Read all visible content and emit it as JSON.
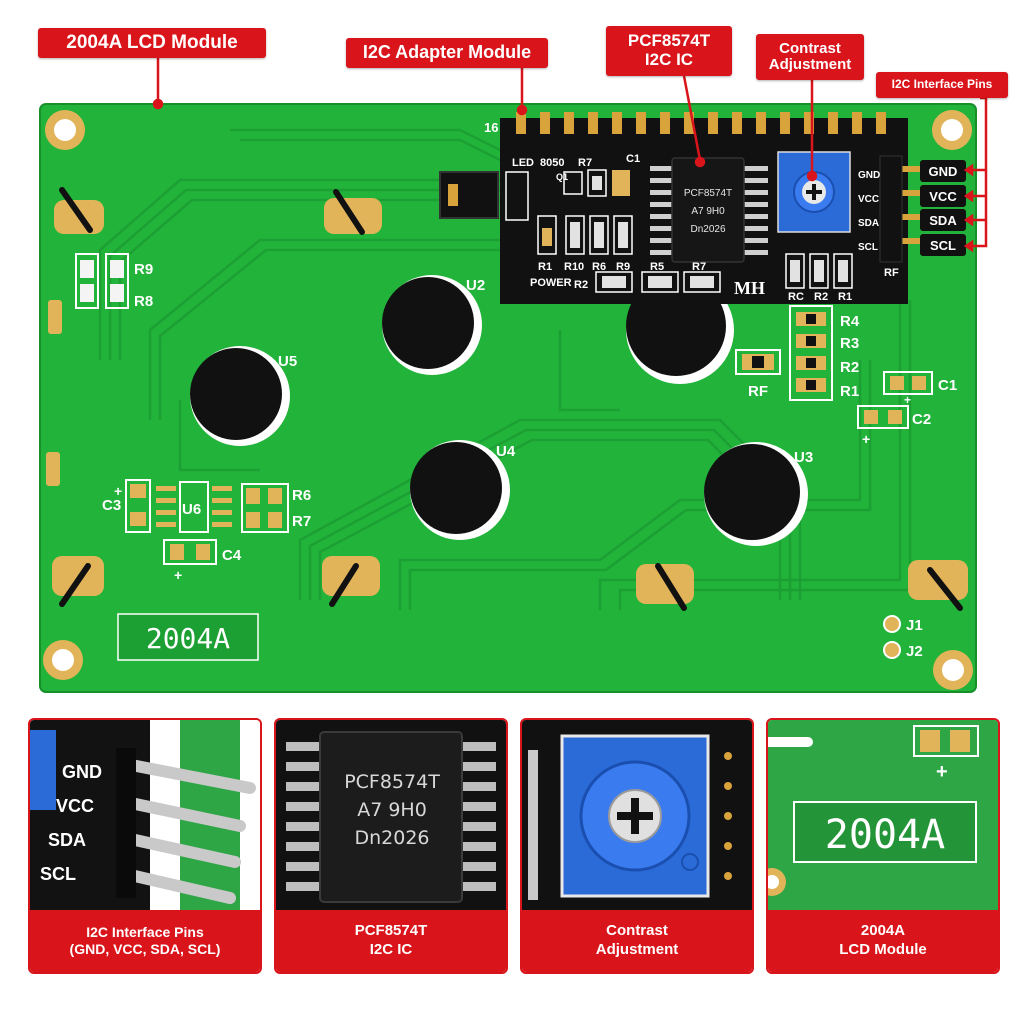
{
  "callouts": {
    "lcd_module": "2004A LCD Module",
    "i2c_adapter": "I2C Adapter Module",
    "ic_line1": "PCF8574T",
    "ic_line2": "I2C IC",
    "contrast_line1": "Contrast",
    "contrast_line2": "Adjustment",
    "i2c_pins": "I2C Interface Pins"
  },
  "board": {
    "model": "2004A",
    "pin_16": "16",
    "lcd_labels": {
      "r9": "R9",
      "r8": "R8",
      "u2": "U2",
      "u5": "U5",
      "u4": "U4",
      "u3": "U3",
      "u6": "U6",
      "c3": "C3",
      "c4": "C4",
      "r6": "R6",
      "r7": "R7",
      "r4": "R4",
      "r3": "R3",
      "r2": "R2",
      "r1": "R1",
      "rf": "RF",
      "c1": "C1",
      "c2": "C2",
      "j1": "J1",
      "j2": "J2",
      "plus": "+"
    },
    "adapter_labels": {
      "led": "LED",
      "t8050": "8050",
      "r7": "R7",
      "q1": "Q1",
      "c1": "C1",
      "r1": "R1",
      "r10": "R10",
      "r6": "R6",
      "r9": "R9",
      "power": "POWER",
      "r2": "R2",
      "r5": "R5",
      "r7b": "R7",
      "mh": "MH",
      "rc": "RC",
      "r2b": "R2",
      "r1b": "R1",
      "rf": "RF"
    },
    "ic_marking": [
      "PCF8574T",
      "A7  9H0",
      "Dn2026"
    ],
    "pins": [
      "GND",
      "VCC",
      "SDA",
      "SCL"
    ]
  },
  "panels": [
    {
      "cap1": "I2C Interface Pins",
      "cap2": "(GND, VCC, SDA, SCL)"
    },
    {
      "cap1": "PCF8574T",
      "cap2": "I2C IC"
    },
    {
      "cap1": "Contrast",
      "cap2": "Adjustment"
    },
    {
      "cap1": "2004A",
      "cap2": "LCD Module"
    }
  ],
  "colors": {
    "pcb": "#22b33a",
    "trace": "#1a9a30",
    "callout": "#d9141b",
    "adapter": "#111111",
    "pot": "#2b6bd8"
  }
}
